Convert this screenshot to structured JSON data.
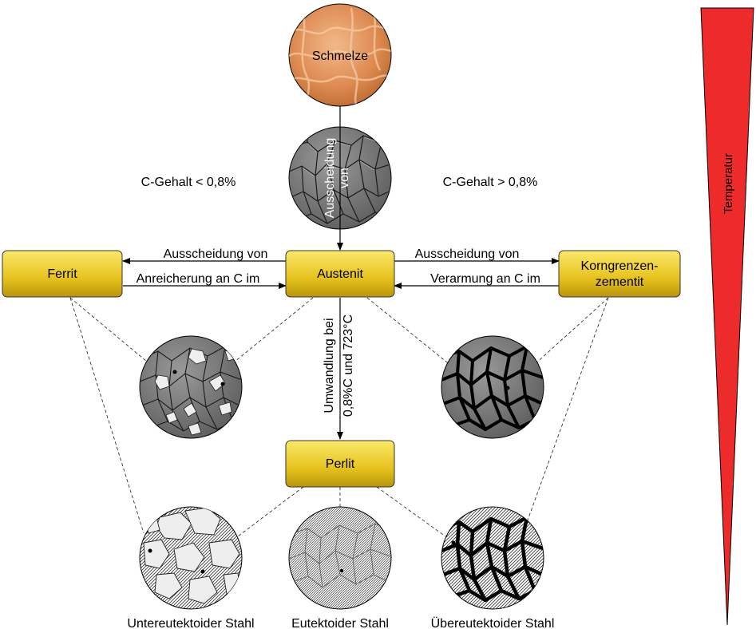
{
  "nodes": {
    "schmelze": "Schmelze",
    "austenit": "Austenit",
    "ferrit": "Ferrit",
    "korngrenzenzementit_line1": "Korngrenzen-",
    "korngrenzenzementit_line2": "zementit",
    "perlit": "Perlit"
  },
  "arrows": {
    "ausscheidung_von_vertical_line1": "Ausscheidung",
    "ausscheidung_von_vertical_line2": "von",
    "left_top": "Ausscheidung von",
    "left_bottom": "Anreicherung an C im",
    "right_top": "Ausscheidung von",
    "right_bottom": "Verarmung an C im",
    "umwandlung_line1": "Umwandlung bei",
    "umwandlung_line2": "0,8%C und 723°C"
  },
  "conditions": {
    "left": "C-Gehalt < 0,8%",
    "right": "C-Gehalt > 0,8%"
  },
  "captions": {
    "untereutektoid": "Untereutektoider Stahl",
    "eutektoid": "Eutektoider Stahl",
    "uebereutektoid": "Übereutektoider Stahl"
  },
  "temperature_label": "Temperatur",
  "colors": {
    "box_fill_top": "#f7e04a",
    "box_fill_bottom": "#c9a60d",
    "temperature_fill": "#ee2b2b",
    "melt": "#d98a4c"
  },
  "icons": {
    "melt": "melt-texture-icon",
    "austenite": "austenite-grain-icon",
    "ferrite_austenite": "ferrite-austenite-grain-icon",
    "cementite_austenite": "cementite-austenite-grain-icon",
    "hypo": "hypoeutectoid-structure-icon",
    "eutectoid": "eutectoid-structure-icon",
    "hyper": "hypereutectoid-structure-icon"
  }
}
